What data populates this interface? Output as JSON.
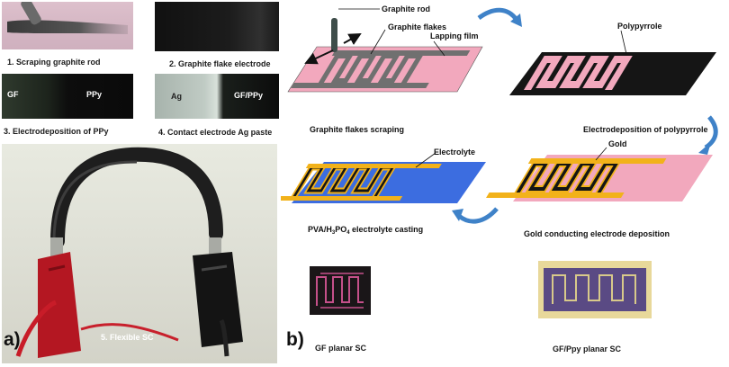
{
  "panel_a": {
    "letter": "a)",
    "step1": "1. Scraping graphite rod",
    "step2": "2. Graphite flake electrode",
    "step3": "3. Electrodeposition of PPy",
    "step3_gf": "GF",
    "step3_ppy": "PPy",
    "step4": "4. Contact electrode Ag paste",
    "step4_ag": "Ag",
    "step4_gfppy": "GF/PPy",
    "step5": "5. Flexible SC"
  },
  "panel_b": {
    "letter": "b)",
    "graphite_rod": "Graphite rod",
    "graphite_flakes": "Graphite flakes",
    "lapping_film": "Lapping film",
    "step_scraping": "Graphite flakes scraping",
    "polypyrrole": "Polypyrrole",
    "step_ppy": "Electrodeposition of polypyrrole",
    "gold": "Gold",
    "step_gold": "Gold conducting electrode deposition",
    "electrolyte": "Electrolyte",
    "step_electrolyte_a": "PVA/H",
    "step_electrolyte_b": "3",
    "step_electrolyte_c": "PO",
    "step_electrolyte_d": "4",
    "step_electrolyte_e": " electrolyte casting",
    "photo_gf": "GF planar SC",
    "photo_gfppy": "GF/Ppy planar SC"
  },
  "colors": {
    "pink": "#f2a8bd",
    "graphite": "#6f6f6f",
    "black": "#151515",
    "gold": "#f2b21a",
    "blue": "#3c6de0",
    "arrow": "#3f82c8"
  }
}
